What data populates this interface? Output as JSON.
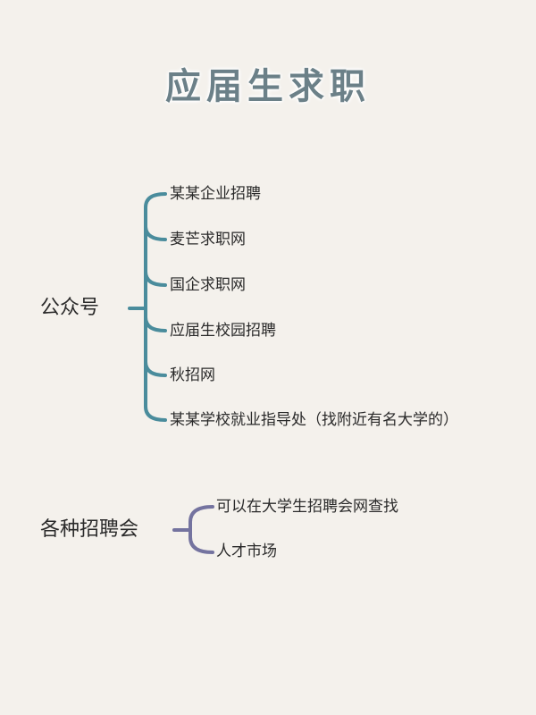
{
  "title": "应届生求职",
  "colors": {
    "background": "#f4f1ec",
    "branch1": "#4a8c9c",
    "branch2": "#74739f",
    "title": "#6b8088"
  },
  "groups": [
    {
      "label": "公众号",
      "items": [
        "某某企业招聘",
        "麦芒求职网",
        "国企求职网",
        "应届生校园招聘",
        "秋招网",
        "某某学校就业指导处（找附近有名大学的）"
      ]
    },
    {
      "label": "各种招聘会",
      "items": [
        "可以在大学生招聘会网查找",
        "人才市场"
      ]
    }
  ]
}
